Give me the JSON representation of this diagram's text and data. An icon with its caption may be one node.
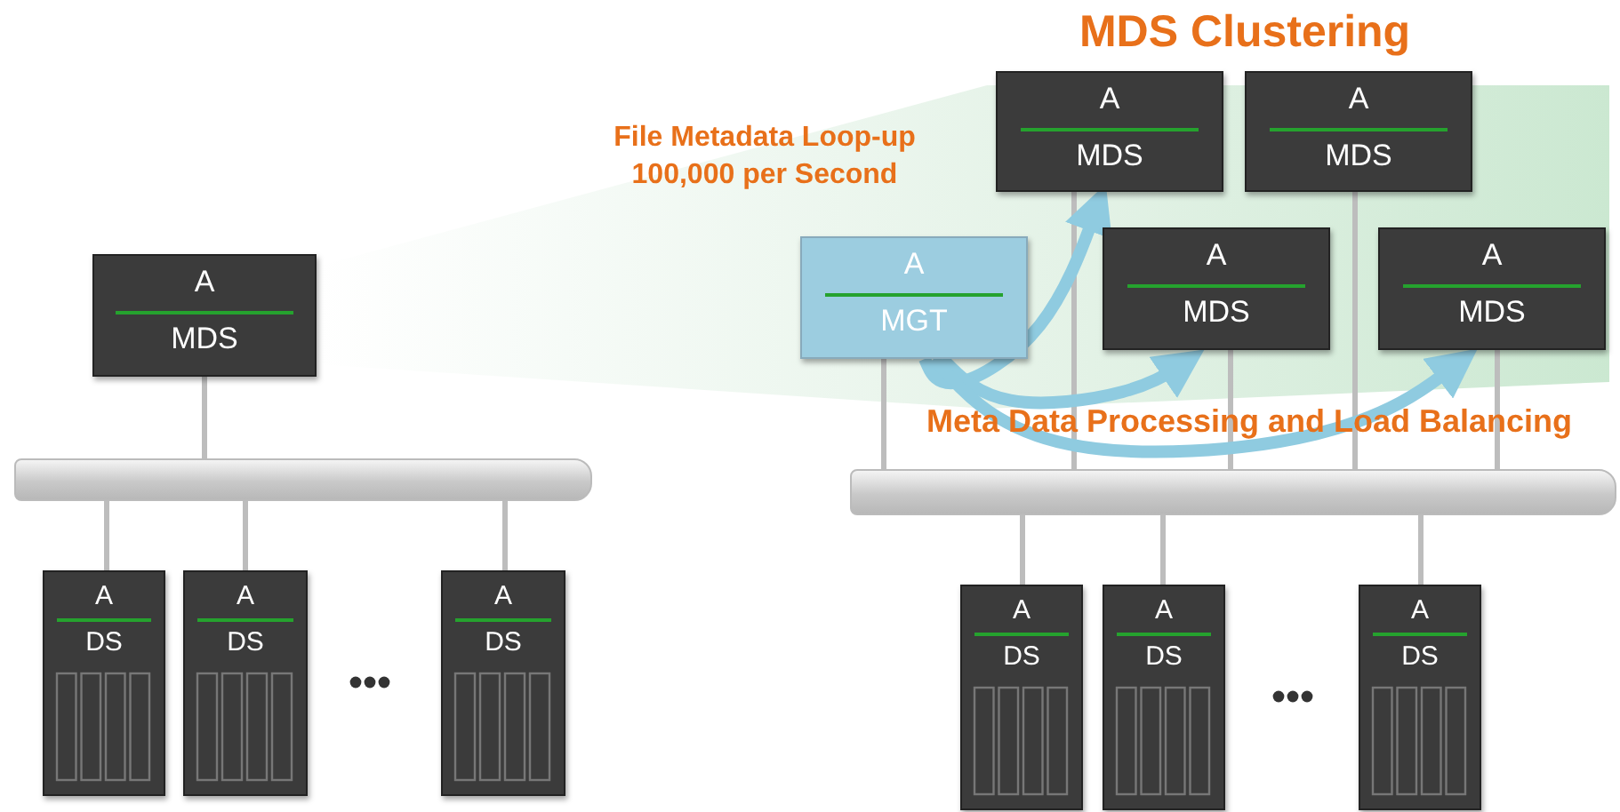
{
  "diagram": {
    "title": "MDS Clustering",
    "nodes": [
      {
        "text": [
          "A",
          "MDS"
        ]
      },
      {
        "text": [],
        "shape": "bar"
      },
      {
        "text": [
          "A",
          "DS"
        ]
      },
      {
        "text": [
          "A",
          "DS"
        ]
      },
      {
        "text": [
          "A",
          "DS"
        ]
      },
      {
        "text": [
          "A",
          "MDS"
        ]
      },
      {
        "text": [
          "A",
          "MDS"
        ]
      },
      {
        "text": [
          "A",
          "MGT"
        ]
      },
      {
        "text": [
          "A",
          "MDS"
        ]
      },
      {
        "text": [
          "A",
          "MDS"
        ]
      },
      {
        "text": [],
        "shape": "bar"
      },
      {
        "text": [
          "A",
          "DS"
        ]
      },
      {
        "text": [
          "A",
          "DS"
        ]
      },
      {
        "text": [
          "A",
          "DS"
        ]
      }
    ],
    "edges": [
      {
        "from": 0,
        "to": 1,
        "arrow": "none"
      },
      {
        "from": 1,
        "to": 2,
        "arrow": "none"
      },
      {
        "from": 1,
        "to": 3,
        "arrow": "none"
      },
      {
        "from": 1,
        "to": 4,
        "arrow": "none"
      },
      {
        "from": 7,
        "to": 10,
        "arrow": "none"
      },
      {
        "from": 5,
        "to": 10,
        "arrow": "none"
      },
      {
        "from": 8,
        "to": 10,
        "arrow": "none"
      },
      {
        "from": 6,
        "to": 10,
        "arrow": "none"
      },
      {
        "from": 9,
        "to": 10,
        "arrow": "none"
      },
      {
        "from": 10,
        "to": 11,
        "arrow": "none"
      },
      {
        "from": 10,
        "to": 12,
        "arrow": "none"
      },
      {
        "from": 10,
        "to": 13,
        "arrow": "none"
      },
      {
        "from": 7,
        "to": 5,
        "arrow": "to",
        "style": "thick",
        "color": "#8fcbe0"
      },
      {
        "from": 7,
        "to": 8,
        "arrow": "to",
        "style": "thick",
        "color": "#8fcbe0"
      },
      {
        "from": 7,
        "to": 9,
        "arrow": "to",
        "style": "thick",
        "color": "#8fcbe0"
      }
    ],
    "labels": [
      "File Metadata Loop-up 100,000 per Second",
      "Meta Data Processing and Load Balancing"
    ]
  }
}
